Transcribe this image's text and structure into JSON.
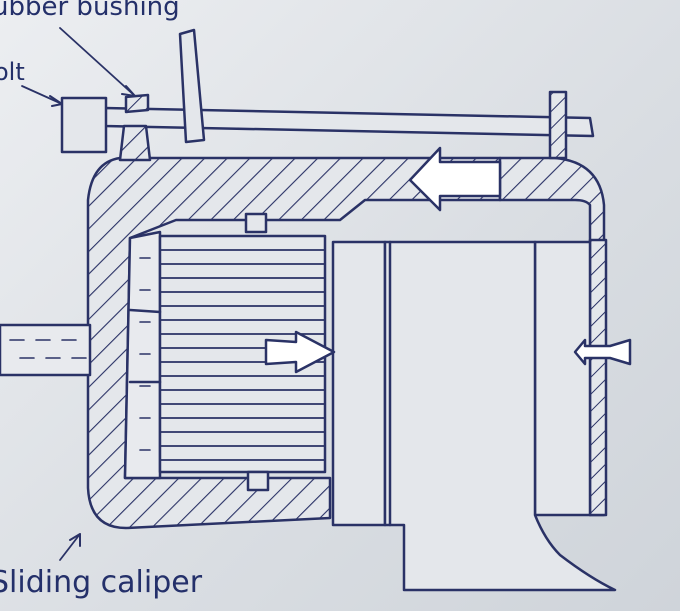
{
  "labels": {
    "rubber_bushing": "ubber bushing",
    "bolt": "olt",
    "sliding_caliper": "Sliding caliper"
  },
  "colors": {
    "ink": "#2a3266",
    "paper": "#e4e7eb",
    "fluid": "#e8eaee"
  }
}
